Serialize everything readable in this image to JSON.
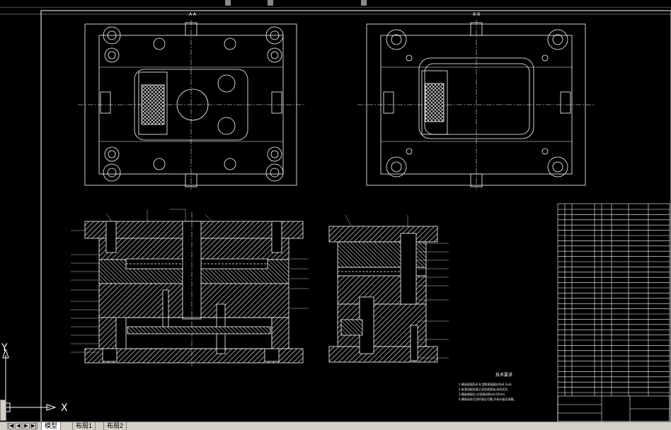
{
  "drawing": {
    "section_a_title": "A-A",
    "section_b_title": "B-B",
    "notes_title": "技术要求",
    "notes": [
      "1.模具表面Ra0.8,型腔表面抛光Ra0.2um,",
      "2.各滑动配合面之间涂润滑油,动作灵活,",
      "3.模具装配后,分型面间隙≤0.02mm,",
      "4.模具闭合后顶杆复位可靠,冷却水道无渗漏。"
    ]
  },
  "ucs": {
    "x_label": "X",
    "y_label": "Y"
  },
  "layout_tabs": {
    "tabs": [
      {
        "label": "模型",
        "active": true
      },
      {
        "label": "布局1",
        "active": false
      },
      {
        "label": "布局2",
        "active": false
      }
    ]
  },
  "colors": {
    "background": "#000000",
    "lines": "#ffffff",
    "ui_gray": "#d4d0c8"
  }
}
